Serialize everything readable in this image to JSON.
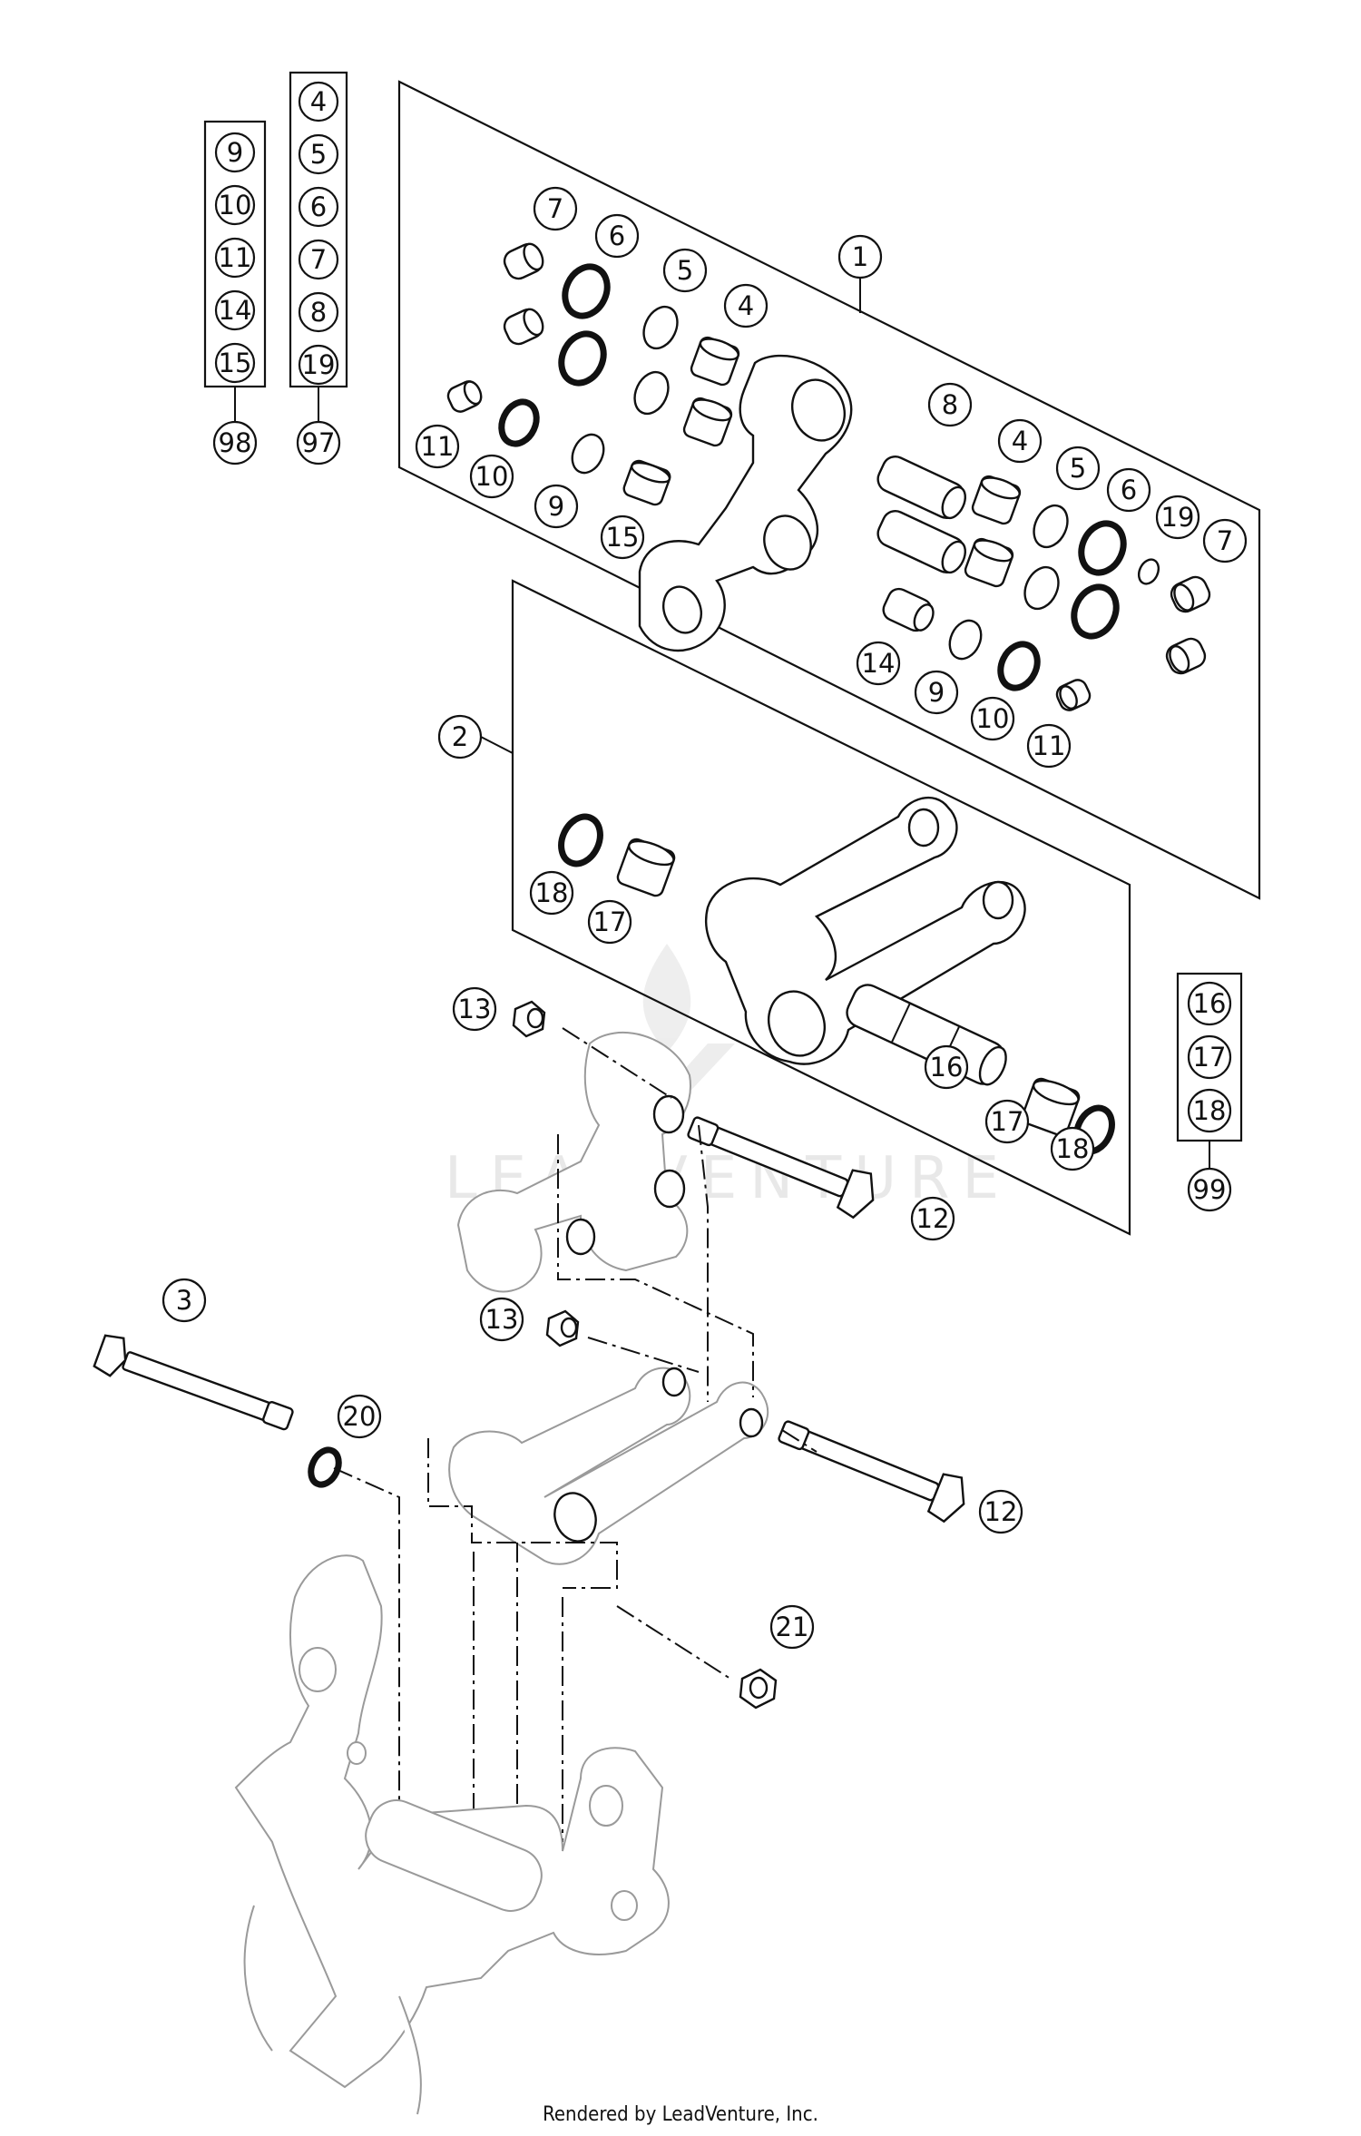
{
  "footer": "Rendered by LeadVenture, Inc.",
  "watermark": "LEADVENTURE",
  "kits": [
    {
      "items": [
        "9",
        "10",
        "11",
        "14",
        "15"
      ],
      "number": "98"
    },
    {
      "items": [
        "4",
        "5",
        "6",
        "7",
        "8",
        "19"
      ],
      "number": "97"
    },
    {
      "items": [
        "16",
        "17",
        "18"
      ],
      "number": "99"
    }
  ],
  "callouts": [
    "1",
    "2",
    "3",
    "4",
    "5",
    "6",
    "7",
    "8",
    "9",
    "10",
    "11",
    "12",
    "13",
    "14",
    "15",
    "16",
    "17",
    "18",
    "19",
    "20",
    "21"
  ]
}
